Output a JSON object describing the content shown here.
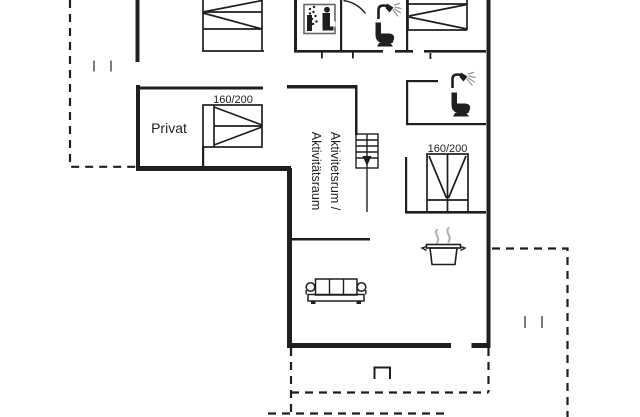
{
  "colors": {
    "ink": "#1f1f1f",
    "gray": "#7d7d7d",
    "steam": "#b4b4b4",
    "icon-border": "#666666",
    "bg": "#ffffff"
  },
  "labels": {
    "privat": "Privat",
    "bed_privat_size": "160/200",
    "bed_east_size": "160/200",
    "activity_room_line1": "Aktivitetsrum /",
    "activity_room_line2": "Aktivitätsraum"
  },
  "icons": {
    "sauna": "sauna-icon",
    "shower_north_bath": "shower-icon",
    "toilet_north_bath": "toilet-icon",
    "shower_east_bath": "shower-icon",
    "toilet_east_bath": "toilet-icon",
    "stairs": "stairs-icon",
    "stove_pot": "stove-pot-icon",
    "sofa": "sofa-icon",
    "grill": "grill-icon",
    "windbreak": "windbreak-ticks"
  }
}
